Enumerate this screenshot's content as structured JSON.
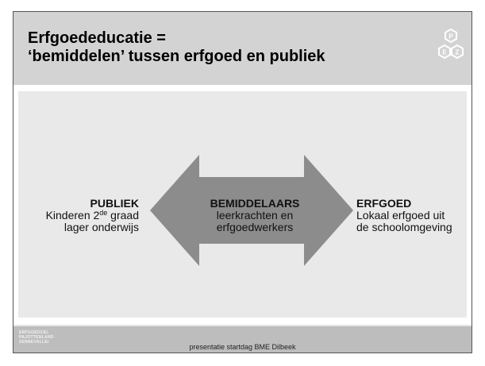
{
  "header": {
    "title_line1": "Erfgoededucatie =",
    "title_line2": "‘bemiddelen’ tussen erfgoed en publiek",
    "logo_letters": [
      "P",
      "E",
      "Z"
    ]
  },
  "diagram": {
    "left": {
      "heading": "PUBLIEK",
      "line1_pre": "Kinderen 2",
      "line1_sup": "de",
      "line1_post": " graad",
      "line2": "lager onderwijs"
    },
    "center": {
      "heading": "BEMIDDELAARS",
      "line1": "leerkrachten en",
      "line2": "erfgoedwerkers"
    },
    "right": {
      "heading": "ERFGOED",
      "line1": "Lokaal erfgoed uit",
      "line2": "de schoolomgeving"
    }
  },
  "footer": {
    "logo_lines": [
      "ERFGOEDCEL",
      "PAJOTTENLAND",
      "ZENNEVALLEI"
    ],
    "caption": "presentatie startdag BME Dilbeek"
  },
  "colors": {
    "header_bg": "#d3d3d3",
    "panel_bg": "#e9e9e9",
    "arrow_fill": "#8c8c8c",
    "footer_bg": "#bdbdbd"
  }
}
